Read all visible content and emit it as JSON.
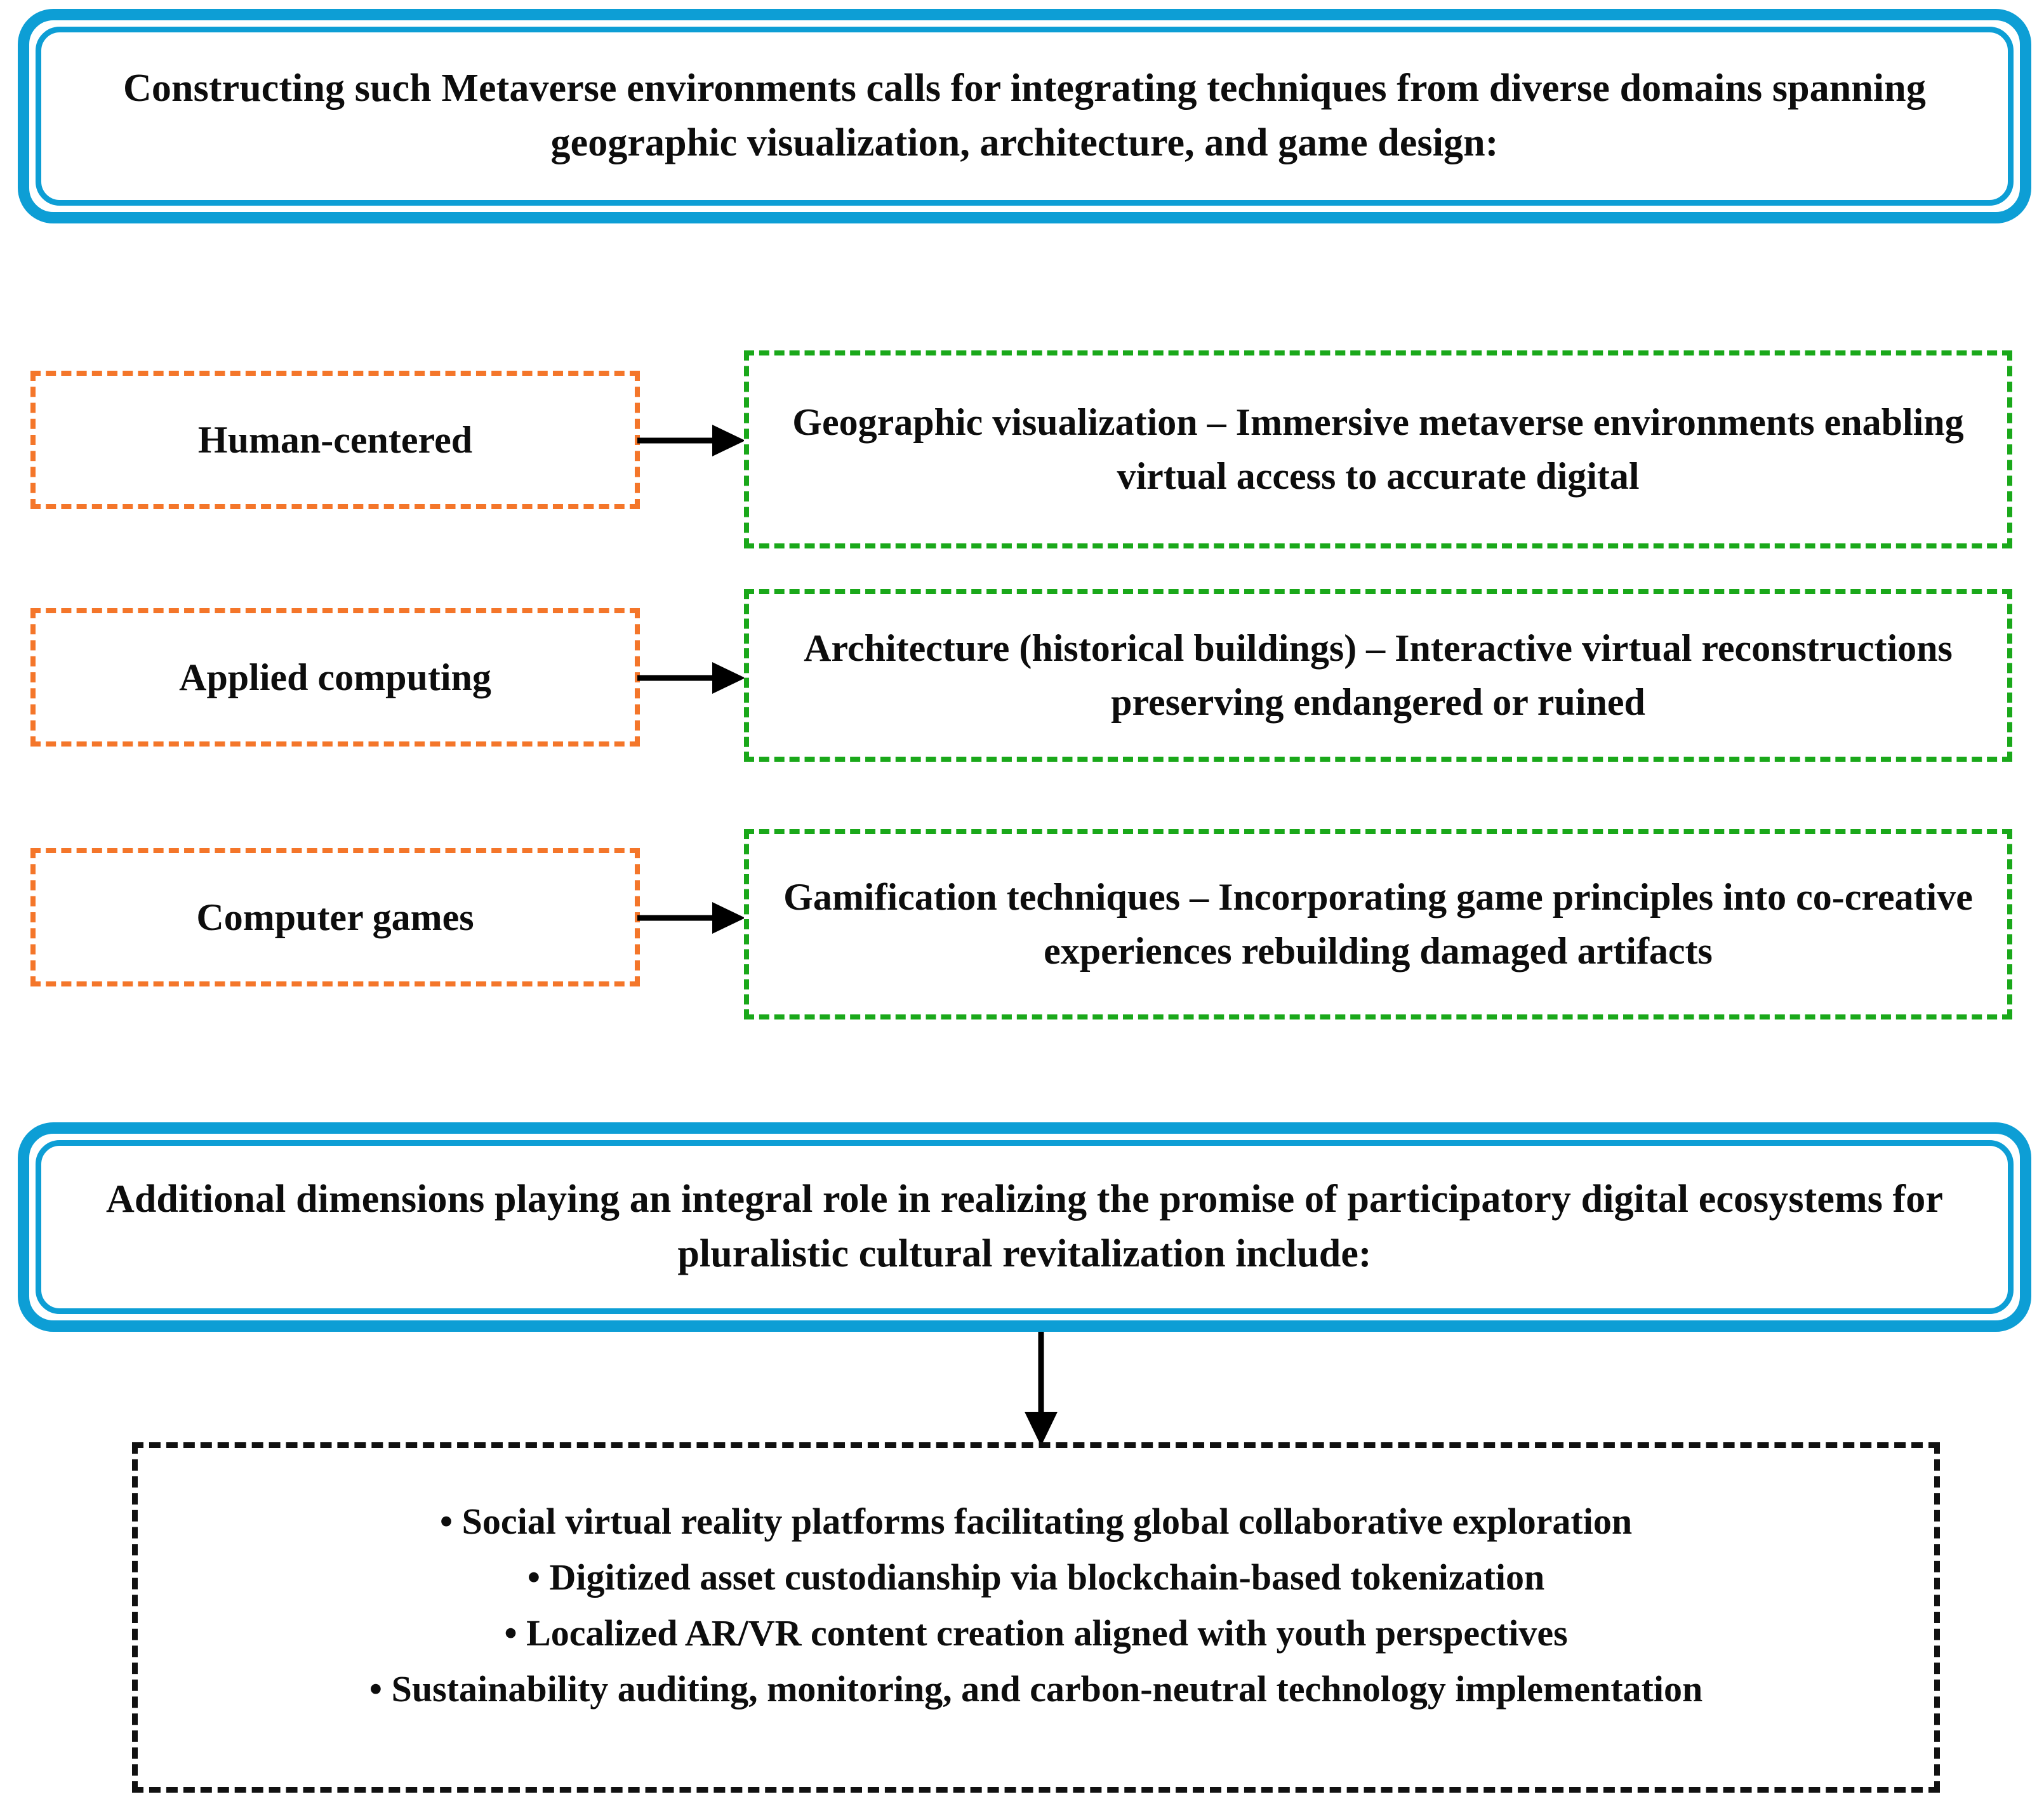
{
  "diagram": {
    "banner_top": {
      "text": "Constructing such Metaverse environments calls for integrating techniques from diverse domains spanning geographic visualization, architecture, and game design:"
    },
    "banner_bottom": {
      "text": "Additional dimensions playing an integral role in realizing the promise of participatory digital ecosystems for pluralistic cultural revitalization include:"
    },
    "domain_boxes": [
      {
        "label": "Human-centered"
      },
      {
        "label": "Applied computing"
      },
      {
        "label": "Computer games"
      }
    ],
    "technique_boxes": [
      {
        "label": "Geographic visualization – Immersive metaverse environments enabling virtual access to accurate digital"
      },
      {
        "label": "Architecture (historical buildings) – Interactive virtual reconstructions preserving endangered or ruined"
      },
      {
        "label": "Gamification techniques – Incorporating game principles into co-creative experiences rebuilding damaged artifacts"
      }
    ],
    "additional_dimensions": [
      "• Social virtual reality platforms facilitating global collaborative exploration",
      "• Digitized asset custodianship via blockchain-based tokenization",
      "• Localized AR/VR content creation aligned with youth perspectives",
      "• Sustainability auditing, monitoring, and carbon-neutral technology implementation"
    ],
    "colors": {
      "banner_border": "#0d9ed5",
      "domain_border": "#f4762a",
      "technique_border": "#1aa81a",
      "list_border": "#111111",
      "arrow": "#000000",
      "text": "#0d0d0d"
    }
  }
}
